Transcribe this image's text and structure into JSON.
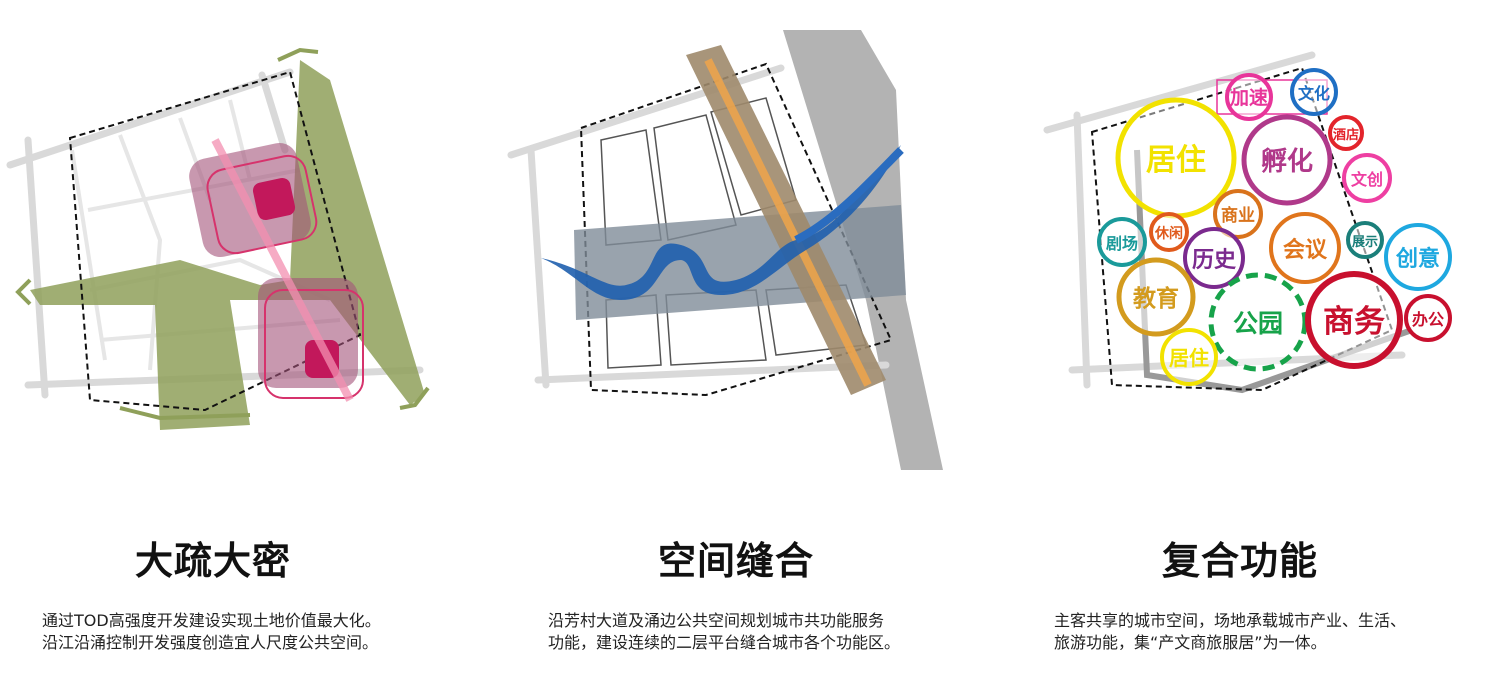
{
  "panels": [
    {
      "title": "大疏大密",
      "desc": [
        "通过TOD高强度开发建设实现土地价值最大化。",
        "沿江沿涌控制开发强度创造宜人尺度公共空间。"
      ]
    },
    {
      "title": "空间缝合",
      "desc": [
        "沿芳村大道及涌边公共空间规划城市共功能服务",
        "功能，建设连续的二层平台缝合城市各个功能区。"
      ]
    },
    {
      "title": "复合功能",
      "desc": [
        "主客共享的城市空间，场地承载城市产业、生活、",
        "旅游功能，集“产文商旅服居”为一体。"
      ]
    }
  ],
  "bubbles": [
    {
      "label": "加速",
      "color": "#e8359a"
    },
    {
      "label": "文化",
      "color": "#1f6fc4"
    },
    {
      "label": "酒店",
      "color": "#e3242b"
    },
    {
      "label": "居住",
      "color": "#f2e200"
    },
    {
      "label": "孵化",
      "color": "#b0398a"
    },
    {
      "label": "文创",
      "color": "#ee3fa2"
    },
    {
      "label": "商业",
      "color": "#d9731c"
    },
    {
      "label": "剧场",
      "color": "#1a9a9a"
    },
    {
      "label": "休闲",
      "color": "#e05a1c"
    },
    {
      "label": "历史",
      "color": "#7b2a8e"
    },
    {
      "label": "会议",
      "color": "#e0751c"
    },
    {
      "label": "展示",
      "color": "#1b7f7a"
    },
    {
      "label": "创意",
      "color": "#1ea8e0"
    },
    {
      "label": "教育",
      "color": "#d39b1e"
    },
    {
      "label": "公园",
      "color": "#17a34a"
    },
    {
      "label": "商务",
      "color": "#c8102e"
    },
    {
      "label": "办公",
      "color": "#c8102e"
    },
    {
      "label": "居住",
      "color": "#f2e200"
    }
  ]
}
